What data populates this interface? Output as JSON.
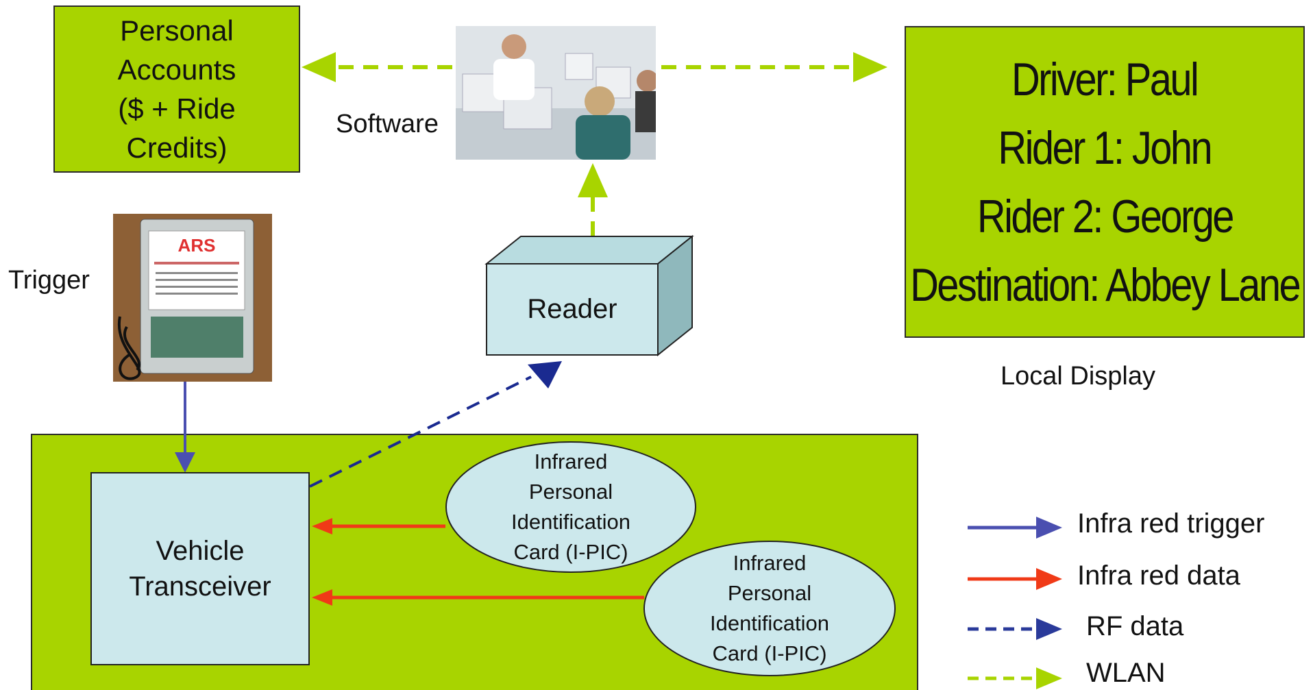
{
  "personal_accounts": {
    "lines": [
      "Personal",
      "Accounts",
      "($ + Ride",
      "Credits)"
    ]
  },
  "software": {
    "label": "Software"
  },
  "local_display": {
    "lines": [
      "Driver:  Paul",
      "Rider 1:  John",
      "Rider 2: George",
      "Destination:  Abbey Lane"
    ],
    "caption": "Local Display"
  },
  "trigger": {
    "label": "Trigger",
    "device_brand": "ARS"
  },
  "reader": {
    "label": "Reader"
  },
  "vehicle_transceiver": {
    "lines": [
      "Vehicle",
      "Transceiver"
    ]
  },
  "ipic_1": {
    "lines": [
      "Infrared",
      "Personal",
      "Identification",
      "Card (I-PIC)"
    ]
  },
  "ipic_2": {
    "lines": [
      "Infrared",
      "Personal",
      "Identification",
      "Card (I-PIC)"
    ]
  },
  "legend": {
    "items": [
      {
        "label": "Infra red trigger",
        "color": "#4a4fb0",
        "style": "solid"
      },
      {
        "label": "Infra red data",
        "color": "#f03a17",
        "style": "solid"
      },
      {
        "label": "RF data",
        "color": "#2a3a9a",
        "style": "dashed"
      },
      {
        "label": "WLAN",
        "color": "#a8d400",
        "style": "dashed"
      }
    ]
  },
  "colors": {
    "box_green": "#a8d400",
    "box_blue": "#cce8ec",
    "wlan": "#a8d400",
    "ir_trigger": "#4a4fb0",
    "ir_data": "#f03a17",
    "rf": "#1a2a90"
  }
}
